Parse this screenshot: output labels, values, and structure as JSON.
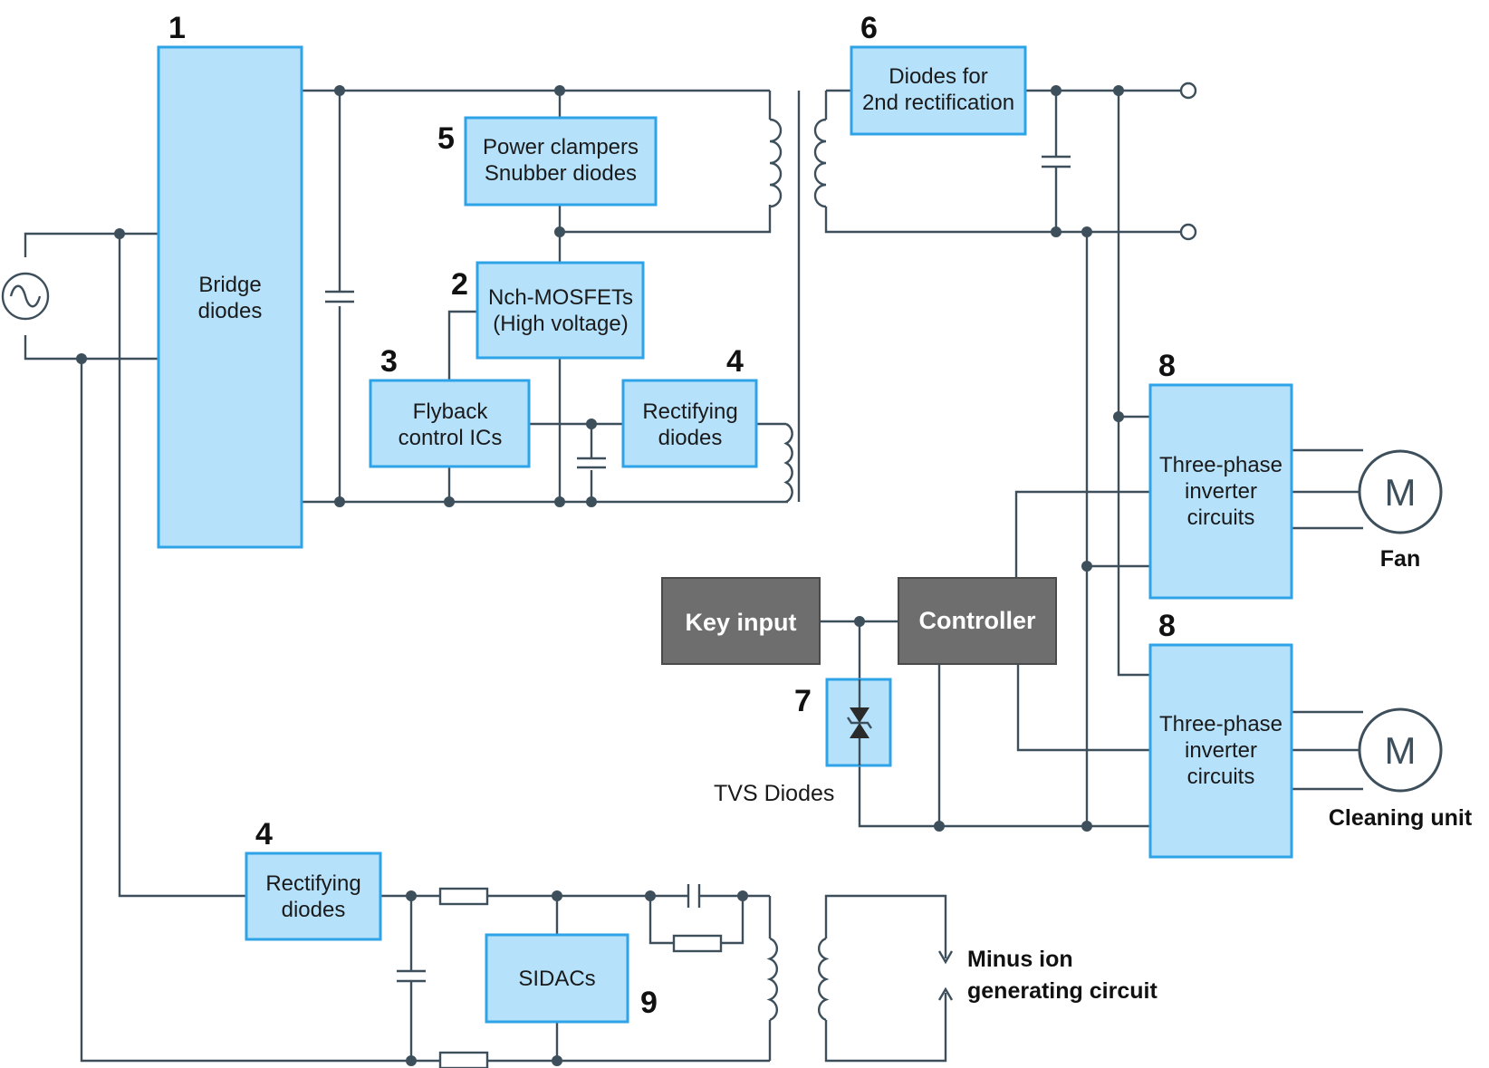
{
  "blocks": {
    "bridge": "Bridge\ndiodes",
    "mosfet": "Nch-MOSFETs\n(High voltage)",
    "flyback": "Flyback\ncontrol ICs",
    "rect_top": "Rectifying\ndiodes",
    "clamp": "Power clampers\nSnubber diodes",
    "second_rect": "Diodes for\n2nd rectification",
    "inverter_fan": "Three-phase\ninverter\ncircuits",
    "inverter_clean": "Three-phase\ninverter\ncircuits",
    "key_input": "Key input",
    "controller": "Controller",
    "rect_bottom": "Rectifying\ndiodes",
    "sidacs": "SIDACs"
  },
  "numbers": {
    "n1": "1",
    "n2": "2",
    "n3": "3",
    "n4_top": "4",
    "n5": "5",
    "n6": "6",
    "n7": "7",
    "n8_fan": "8",
    "n8_clean": "8",
    "n4_bottom": "4",
    "n9": "9"
  },
  "captions": {
    "tvs": "TVS Diodes",
    "fan": "Fan",
    "cleaning": "Cleaning unit",
    "minus_ion": "Minus ion\ngenerating circuit"
  },
  "motors": {
    "fan_symbol": "M",
    "clean_symbol": "M"
  },
  "colors": {
    "block_fill": "#b5e1fb",
    "block_border": "#2ea3e8",
    "dark_block": "#6e6e6e",
    "wire": "#3e4f5c"
  }
}
